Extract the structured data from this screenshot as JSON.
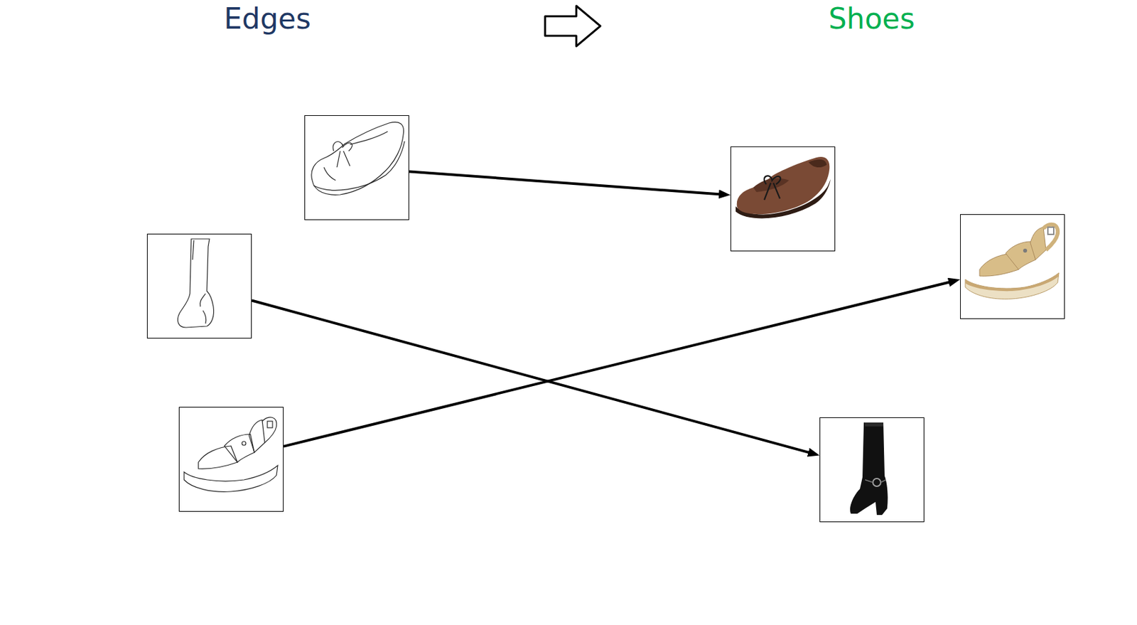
{
  "diagram": {
    "nodes": [
      {
        "text": [
          "Edges"
        ]
      },
      {
        "text": [],
        "in": 0
      },
      {
        "text": [],
        "in": 0
      },
      {
        "text": [],
        "in": 0
      },
      {
        "text": [
          "Shoes"
        ]
      },
      {
        "text": [],
        "in": 4
      },
      {
        "text": [],
        "in": 4
      },
      {
        "text": [],
        "in": 4
      }
    ],
    "edges": [
      {
        "from": 1,
        "to": 5,
        "arrow": "to"
      },
      {
        "from": 2,
        "to": 7,
        "arrow": "to"
      },
      {
        "from": 3,
        "to": 6,
        "arrow": "to"
      }
    ]
  }
}
